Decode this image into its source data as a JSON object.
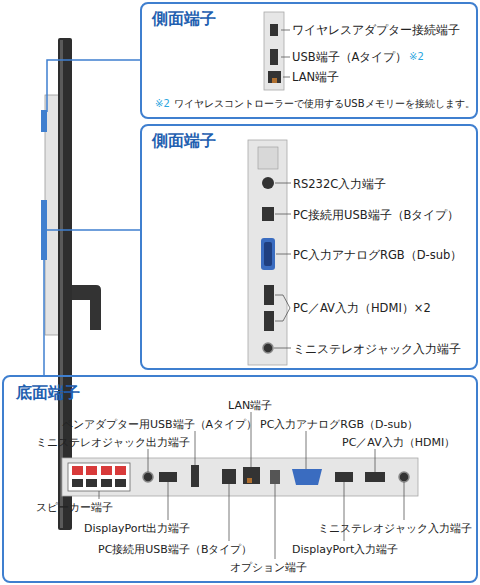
{
  "diagram": {
    "nodes": [
      {
        "text": [
          "側面端子",
          "ワイヤレスアダプター接続端子",
          "USB端子（Aタイプ）",
          "※2",
          "LAN端子",
          "※2",
          "ワイヤレスコントローラーで使用するUSBメモリーを接続します。"
        ]
      },
      {
        "text": [
          "側面端子",
          "RS232C入力端子",
          "PC接続用USB端子（Bタイプ）",
          "PC入力アナログRGB（D-sub）",
          "PC／AV入力（HDMI）×2",
          "ミニステレオジャック入力端子"
        ]
      },
      {
        "text": [
          "底面端子",
          "ペンアダプター用USB端子（Aタイプ）",
          "ミニステレオジャック出力端子",
          "LAN端子",
          "PC入力アナログRGB（D-sub）",
          "PC／AV入力（HDMI）",
          "スピーカー端子",
          "DisplayPort出力端子",
          "PC接続用USB端子（Bタイプ）",
          "オプション端子",
          "DisplayPort入力端子",
          "ミニステレオジャック入力端子"
        ]
      }
    ]
  }
}
